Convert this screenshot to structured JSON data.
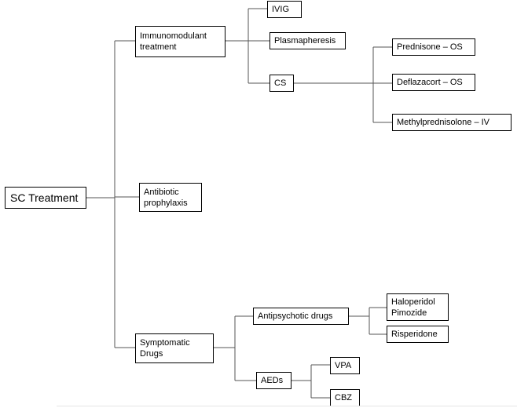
{
  "diagram": {
    "root": "SC Treatment",
    "level1": {
      "immunomodulant": "Immunomodulant\ntreatment",
      "antibiotic": "Antibiotic\nprophylaxis",
      "symptomatic": "Symptomatic\nDrugs"
    },
    "immuno_children": {
      "ivig": "IVIG",
      "plasmapheresis": "Plasmapheresis",
      "cs": "CS"
    },
    "cs_children": {
      "prednisone": "Prednisone – OS",
      "deflazacort": "Deflazacort – OS",
      "methylprednisolone": "Methylprednisolone – IV"
    },
    "symptomatic_children": {
      "antipsychotic": "Antipsychotic drugs",
      "aeds": "AEDs"
    },
    "antipsychotic_children": {
      "haloperidol_pimozide": "Haloperidol\nPimozide",
      "risperidone": "Risperidone"
    },
    "aeds_children": {
      "vpa": "VPA",
      "cbz": "CBZ"
    }
  }
}
